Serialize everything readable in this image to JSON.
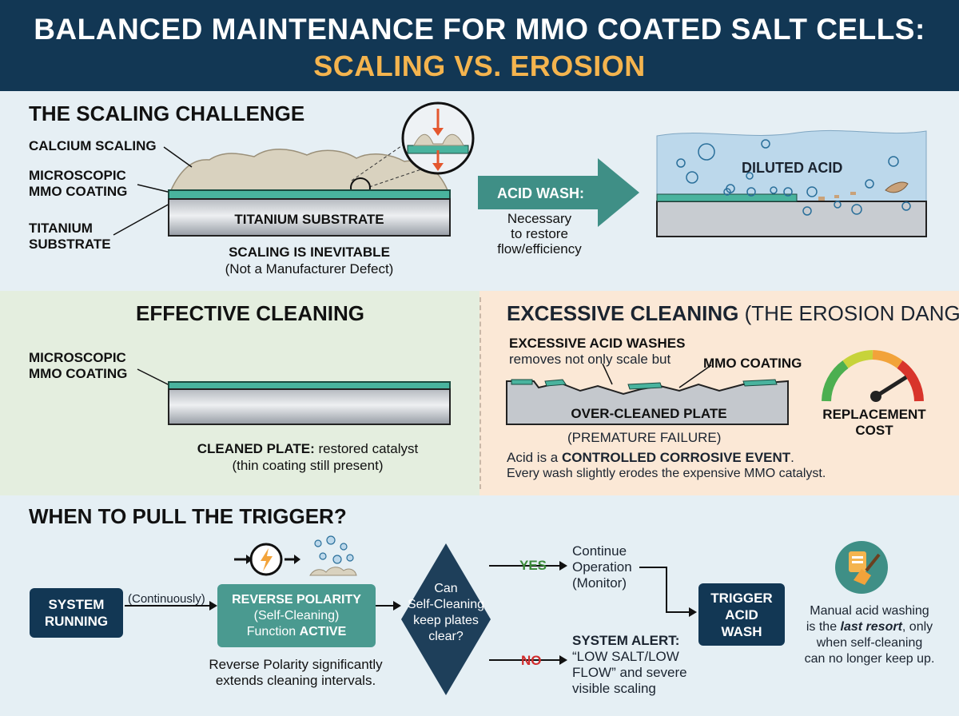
{
  "header": {
    "title_line1": "BALANCED MAINTENANCE FOR MMO COATED SALT CELLS:",
    "title_line2": "SCALING VS. EROSION"
  },
  "scaling": {
    "heading": "THE SCALING CHALLENGE",
    "label_calcium": "CALCIUM SCALING",
    "label_mmo_1": "MICROSCOPIC",
    "label_mmo_2": "MMO COATING",
    "label_ti_1": "TITANIUM",
    "label_ti_2": "SUBSTRATE",
    "plate_text": "TITANIUM SUBSTRATE",
    "caption_bold": "SCALING IS INEVITABLE",
    "caption": "(Not a Manufacturer Defect)",
    "arrow_label": "ACID WASH:",
    "arrow_desc_1": "Necessary",
    "arrow_desc_2": "to restore",
    "arrow_desc_3": "flow/efficiency",
    "tank_label": "DILUTED ACID"
  },
  "effective": {
    "heading": "EFFECTIVE CLEANING",
    "label_mmo_1": "MICROSCOPIC",
    "label_mmo_2": "MMO COATING",
    "caption_bold": "CLEANED PLATE:",
    "caption_rest": " restored catalyst",
    "caption_2": "(thin coating still present)"
  },
  "excessive": {
    "heading_bold": "EXCESSIVE CLEANING",
    "heading_rest": " (THE EROSION DANGER)",
    "washes_bold": "EXCESSIVE ACID WASHES",
    "washes_desc": "removes not only scale but",
    "mmo_label": "MMO COATING",
    "plate_text": "OVER-CLEANED PLATE",
    "premature": "(PREMATURE FAILURE)",
    "gauge_label_1": "REPLACEMENT",
    "gauge_label_2": "COST",
    "note1_pre": "Acid is a ",
    "note1_bold": "CONTROLLED CORROSIVE EVENT",
    ".": "",
    "note1_post": ".",
    "note2": "Every wash slightly erodes the expensive MMO catalyst."
  },
  "trigger": {
    "heading": "WHEN TO PULL THE TRIGGER?",
    "system_running_1": "SYSTEM",
    "system_running_2": "RUNNING",
    "continuously": "(Continuously)",
    "reverse_1": "REVERSE POLARITY",
    "reverse_2": "(Self-Cleaning)",
    "reverse_3a": "Function ",
    "reverse_3b": "ACTIVE",
    "reverse_note_1": "Reverse Polarity significantly",
    "reverse_note_2": "extends cleaning intervals.",
    "q_1": "Can",
    "q_2": "Self-Cleaning",
    "q_3": "keep plates",
    "q_4": "clear?",
    "yes": "YES",
    "no": "NO",
    "continue_1": "Continue",
    "continue_2": "Operation",
    "continue_3": "(Monitor)",
    "alert_1": "SYSTEM ALERT:",
    "alert_2": "“LOW SALT/LOW",
    "alert_3": "FLOW” and severe",
    "alert_4": "visible scaling",
    "trigger_1": "TRIGGER",
    "trigger_2": "ACID",
    "trigger_3": "WASH",
    "manual_1": "Manual acid washing",
    "manual_2a": "is the ",
    "manual_2b": "last resort",
    ", only": "",
    "manual_2c": ", only",
    "manual_3": "when self-cleaning",
    "manual_4": "can no longer keep up."
  },
  "colors": {
    "navy": "#123754",
    "teal": "#3f8f86",
    "gold": "#f4b44e",
    "yes": "#3c8a3a",
    "no": "#d12b2b"
  }
}
